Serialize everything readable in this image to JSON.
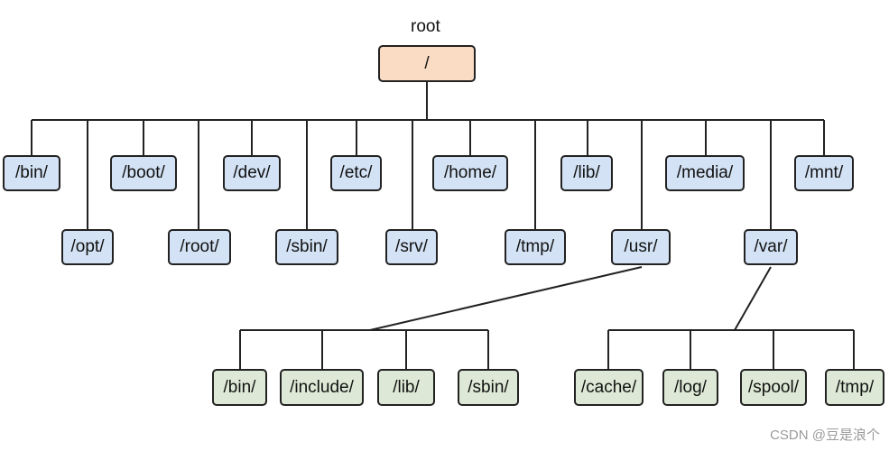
{
  "root": {
    "caption": "root",
    "label": "/"
  },
  "top_level": [
    "/bin/",
    "/opt/",
    "/boot/",
    "/root/",
    "/dev/",
    "/sbin/",
    "/etc/",
    "/srv/",
    "/home/",
    "/tmp/",
    "/lib/",
    "/usr/",
    "/media/",
    "/var/",
    "/mnt/"
  ],
  "usr_children": [
    "/bin/",
    "/include/",
    "/lib/",
    "/sbin/"
  ],
  "var_children": [
    "/cache/",
    "/log/",
    "/spool/",
    "/tmp/"
  ],
  "watermark": "CSDN @豆是浪个",
  "colors": {
    "root_fill": "#fadcc4",
    "dir_fill": "#d3e2f4",
    "subdir_fill": "#dde9d6",
    "stroke": "#222222"
  }
}
